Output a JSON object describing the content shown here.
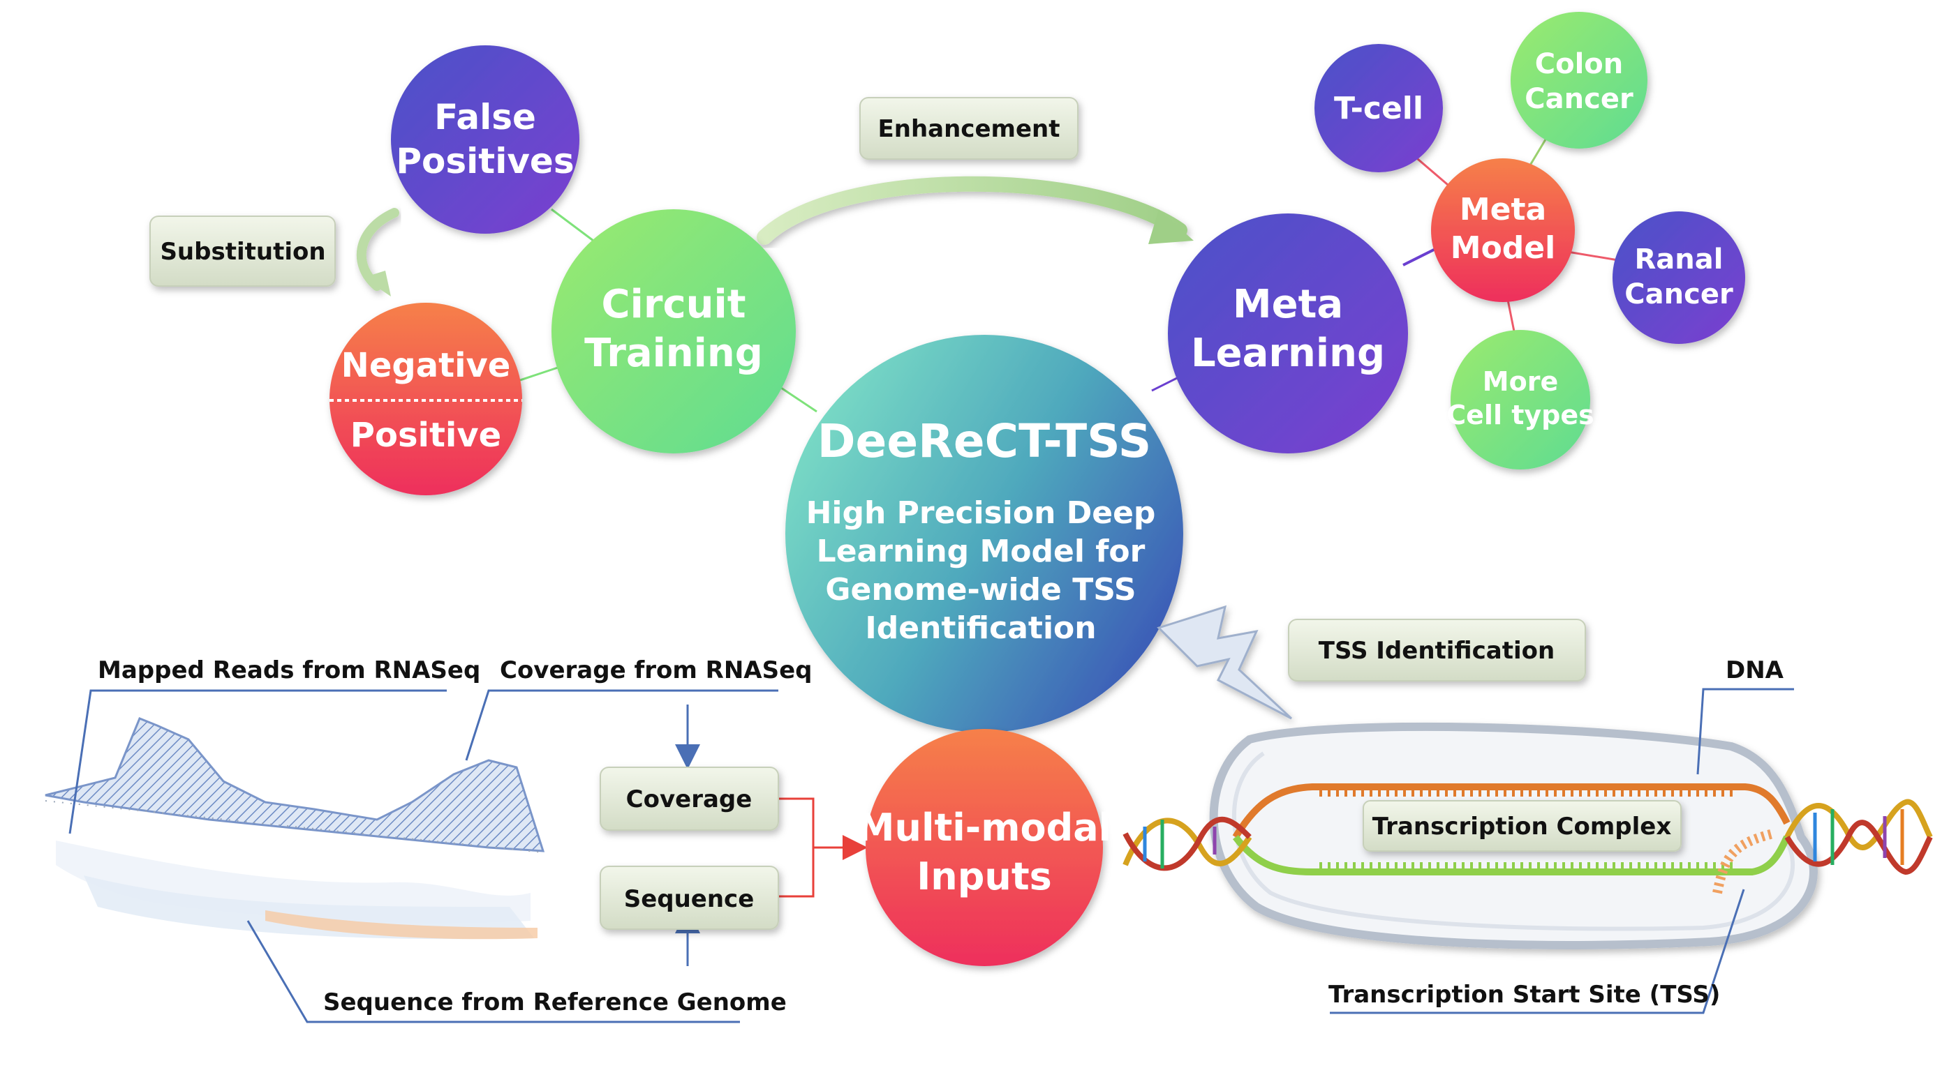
{
  "center": {
    "title": "DeeReCT-TSS",
    "subtitle_lines": [
      "High Precision Deep",
      "Learning Model for",
      "Genome-wide TSS",
      "Identification"
    ]
  },
  "nodes": {
    "circuit_training": [
      "Circuit",
      "Training"
    ],
    "false_positives": [
      "False",
      "Positives"
    ],
    "negative": "Negative",
    "positive": "Positive",
    "meta_learning": [
      "Meta",
      "Learning"
    ],
    "meta_model": [
      "Meta",
      "Model"
    ],
    "t_cell": "T-cell",
    "colon_cancer": [
      "Colon",
      "Cancer"
    ],
    "ranal_cancer": [
      "Ranal",
      "Cancer"
    ],
    "more_cell_types": [
      "More",
      "Cell types"
    ],
    "multimodal_inputs": [
      "Multi-modal",
      "Inputs"
    ]
  },
  "boxes": {
    "substitution": "Substitution",
    "enhancement": "Enhancement",
    "coverage": "Coverage",
    "sequence": "Sequence",
    "tss_identification": "TSS Identification",
    "transcription_complex": "Transcription Complex"
  },
  "labels": {
    "mapped_reads": "Mapped Reads from RNASeq",
    "coverage_rnaseq": "Coverage from RNASeq",
    "sequence_reference": "Sequence from Reference Genome",
    "dna": "DNA",
    "tss": "Transcription Start Site (TSS)"
  },
  "colors": {
    "purple": "#5a3fc0",
    "green": "#7ee27a",
    "red": "#ee3b55",
    "orange": "#f58a4e",
    "teal": "#7fd8c9",
    "blue": "#3b58b4",
    "line_blue": "#4a6fb5",
    "arrow_red": "#e8403a"
  }
}
